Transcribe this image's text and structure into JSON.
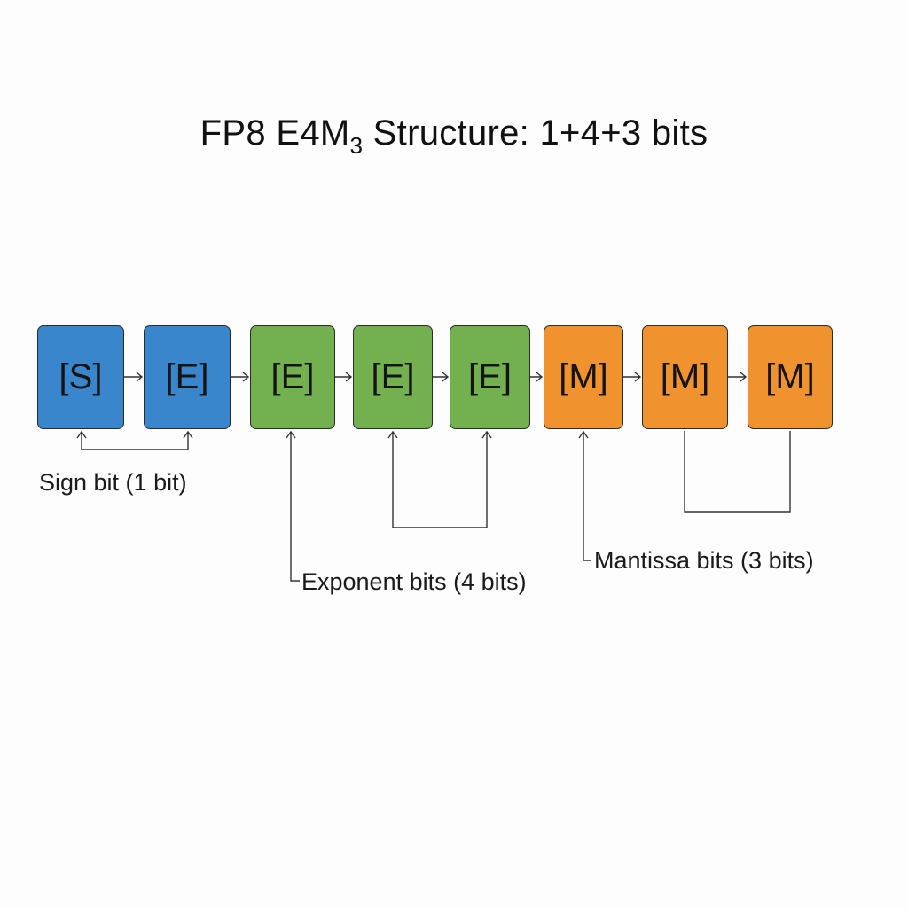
{
  "title": {
    "prefix": "FP8 E4M",
    "subscript": "3",
    "suffix": " Structure: 1+4+3 bits"
  },
  "colors": {
    "sign": "#3a86cc",
    "exponent": "#72b050",
    "mantissa": "#f0922e",
    "line": "#333333"
  },
  "bits": [
    {
      "label": "[S]",
      "field": "sign",
      "color": "#3a86cc"
    },
    {
      "label": "[E]",
      "field": "exponent",
      "color": "#3a86cc"
    },
    {
      "label": "[E]",
      "field": "exponent",
      "color": "#72b050"
    },
    {
      "label": "[E]",
      "field": "exponent",
      "color": "#72b050"
    },
    {
      "label": "[E]",
      "field": "exponent",
      "color": "#72b050"
    },
    {
      "label": "[M]",
      "field": "mantissa",
      "color": "#f0922e"
    },
    {
      "label": "[M]",
      "field": "mantissa",
      "color": "#f0922e"
    },
    {
      "label": "[M]",
      "field": "mantissa",
      "color": "#f0922e"
    }
  ],
  "annotations": {
    "sign": "Sign bit (1 bit)",
    "exponent": "Exponent bits (4 bits)",
    "mantissa": "Mantissa bits (3 bits)"
  }
}
